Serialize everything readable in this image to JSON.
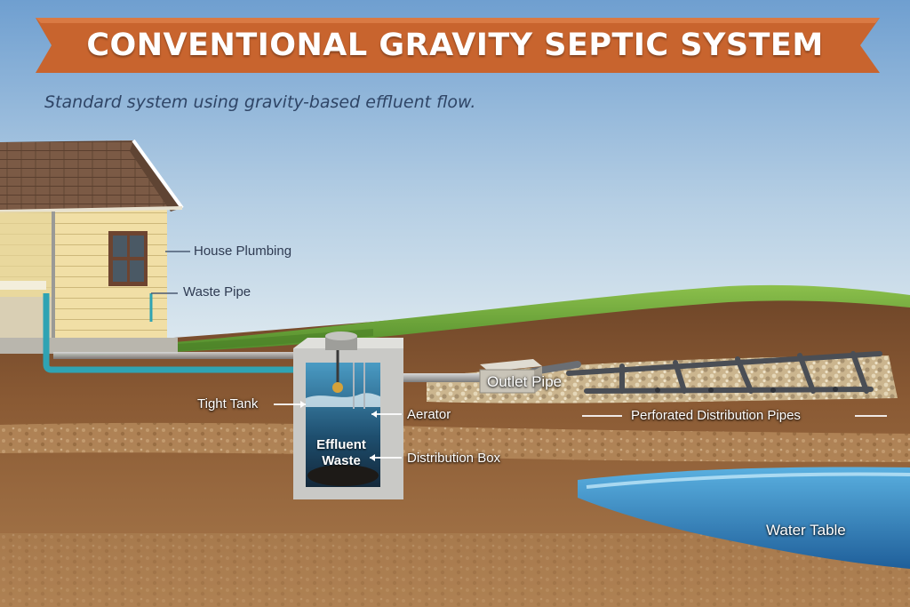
{
  "title": "CONVENTIONAL GRAVITY SEPTIC SYSTEM",
  "subtitle": "Standard system using gravity-based effluent flow.",
  "labels": {
    "house_plumbing": "House Plumbing",
    "waste_pipe": "Waste Pipe",
    "tight_tank": "Tight Tank",
    "aerator": "Aerator",
    "effluent": "Effluent",
    "waste": "Waste",
    "distribution_box": "Distribution Box",
    "outlet_pipe": "Outlet Pipe",
    "perforated_distribution_pipes": "Perforated Distribution Pipes",
    "water_table": "Water Table"
  },
  "colors": {
    "banner": "#c8642e",
    "sky_top": "#6f9fd0",
    "sky_bottom": "#e4edf1",
    "grass": "#6aa43a",
    "soil": "#8a5a34",
    "house_siding": "#f1dfa6",
    "roof": "#7b5a45",
    "pipe": "#2fa3b3",
    "water": "#2f7fbf",
    "tank": "#c9c9c6"
  }
}
